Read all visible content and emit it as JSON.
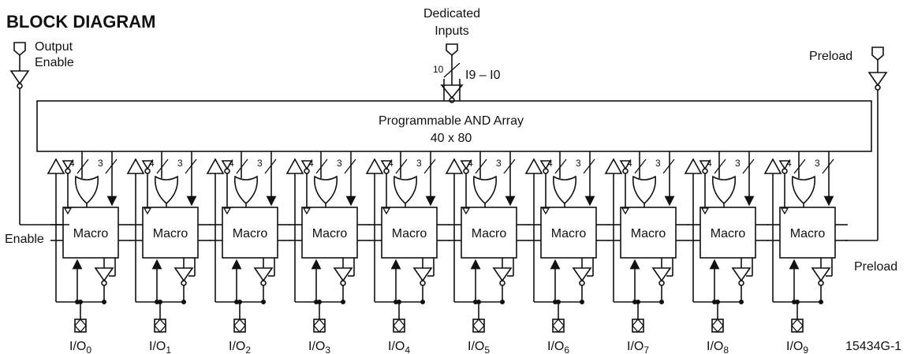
{
  "title": "BLOCK DIAGRAM",
  "dedicated_inputs": {
    "line1": "Dedicated",
    "line2": "Inputs",
    "bus_width": "10",
    "bus_label_main": "I9 – I0"
  },
  "output_enable": {
    "line1": "Output",
    "line2": "Enable"
  },
  "preload_top": "Preload",
  "and_array": {
    "line1": "Programmable AND Array",
    "line2": "40 x 80"
  },
  "enable_label": "Enable",
  "preload_right": "Preload",
  "macro_label": "Macro",
  "bus_counts": {
    "a": "4",
    "b": "3"
  },
  "io_prefix": "I/O",
  "io_indices": [
    "0",
    "1",
    "2",
    "3",
    "4",
    "5",
    "6",
    "7",
    "8",
    "9"
  ],
  "figure_id": "15434G-1"
}
